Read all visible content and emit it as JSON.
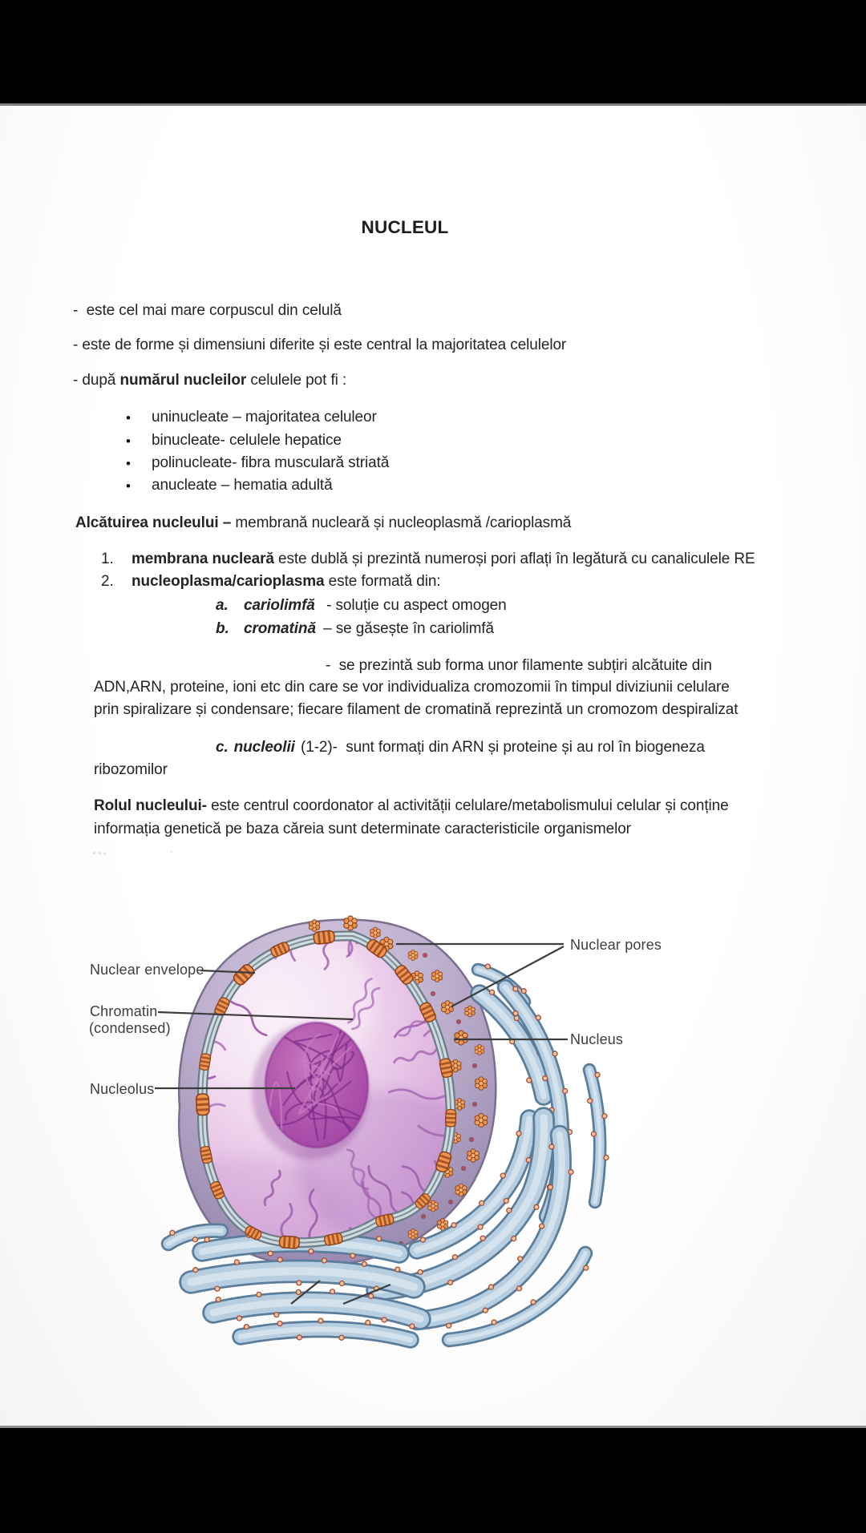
{
  "doc": {
    "title": "NUCLEUL",
    "intro": [
      {
        "text": "-  este cel mai mare corpuscul din celulă"
      },
      {
        "text": "- este de forme și dimensiuni diferite și este central la majoritatea celulelor"
      }
    ],
    "intro3": {
      "pre": "- după ",
      "bold": "numărul nucleilor",
      "post": " celulele pot fi :"
    },
    "bullet_char": "•",
    "types": [
      "uninucleate – majoritatea celuleor",
      "binucleate- celulele hepatice",
      "polinucleate- fibra musculară striată",
      "anucleate – hematia adultă"
    ],
    "alcatuire": {
      "bold": "Alcătuirea nucleului –",
      "rest": " membrană nucleară și nucleoplasmă /carioplasmă"
    },
    "items": [
      {
        "num": "1.",
        "bold": "membrana nucleară",
        "rest": " este dublă și prezintă numeroși pori aflați în legătură cu canaliculele RE"
      },
      {
        "num": "2.",
        "bold": "nucleoplasma/carioplasma",
        "rest": " este formată din:"
      }
    ],
    "subitems": [
      {
        "marker": "a.",
        "term": "cariolimfă",
        "rest": "  - soluție cu aspect omogen"
      },
      {
        "marker": "b.",
        "term": "cromatină",
        "rest": " – se găsește în cariolimfă"
      }
    ],
    "cromatina_cont": [
      "-  se prezintă sub forma unor filamente subțiri alcătuite din",
      "ADN,ARN, proteine, ioni etc din care se vor individualiza cromozomii în timpul diviziunii celulare",
      "prin spiralizare și condensare; fiecare filament de cromatină reprezintă un cromozom despiralizat"
    ],
    "c_item": {
      "marker": "c.",
      "term": "nucleolii",
      "rest": " (1-2)-  sunt formați din ARN și proteine și au rol în biogeneza"
    },
    "c_cont": "ribozomilor",
    "rol": {
      "bold": "Rolul nucleului-",
      "rest": " este centrul coordonator al activității celulare/metabolismului celular și conține"
    },
    "rol_cont": "informația genetică pe baza căreia sunt determinate caracteristicile organismelor"
  },
  "diagram": {
    "labels": {
      "envelope": "Nuclear envelope",
      "chromatin_line1": "Chromatin",
      "chromatin_line2": "(condensed)",
      "nucleolus": "Nucleolus",
      "pores": "Nuclear pores",
      "nucleus": "Nucleus"
    },
    "colors": {
      "surface_purple": "#a596bd",
      "interior_pink": "#e7c4e7",
      "nucleolus_magenta": "#a847a8",
      "envelope_gray": "#6a7d88",
      "pore_orange": "#ef9550",
      "pore_dark": "#8c3f18",
      "er_blue": "#b7cee0",
      "er_outline": "#5a7d9b",
      "ribosome_red": "#a84b31",
      "chromatin_purple": "#a05fae",
      "label_text": "#3e3e3e",
      "leader_line": "#3d3d3d"
    }
  }
}
